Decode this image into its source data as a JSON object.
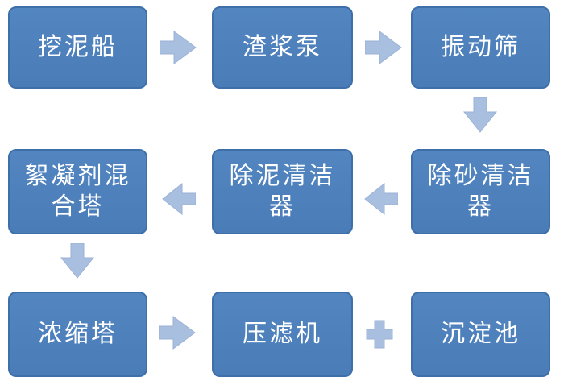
{
  "diagram": {
    "description": "Dredged sludge treatment process flow diagram",
    "colors": {
      "box_fill": "#4e80bc",
      "box_border": "#3e6fa9",
      "arrow_fill": "#a9bfdf",
      "arrow_border": "#9bb2d7",
      "text": "#ffffff",
      "background": "#ffffff"
    },
    "nodes": [
      {
        "id": "dredger",
        "label": "挖泥船",
        "row": 1,
        "col": 1
      },
      {
        "id": "slurry-pump",
        "label": "渣浆泵",
        "row": 1,
        "col": 2
      },
      {
        "id": "vibrating-screen",
        "label": "振动筛",
        "row": 1,
        "col": 3
      },
      {
        "id": "flocculant-mixing-tower",
        "label": "絮凝剂混\n合塔",
        "row": 2,
        "col": 1
      },
      {
        "id": "mud-cleaner",
        "label": "除泥清洁\n器",
        "row": 2,
        "col": 2
      },
      {
        "id": "sand-cleaner",
        "label": "除砂清洁\n器",
        "row": 2,
        "col": 3
      },
      {
        "id": "thickening-tower",
        "label": "浓缩塔",
        "row": 3,
        "col": 1
      },
      {
        "id": "filter-press",
        "label": "压滤机",
        "row": 3,
        "col": 2
      },
      {
        "id": "sedimentation-pond",
        "label": "沉淀池",
        "row": 3,
        "col": 3
      }
    ],
    "connectors": [
      {
        "type": "arrow-right",
        "from": "dredger",
        "to": "slurry-pump"
      },
      {
        "type": "arrow-right",
        "from": "slurry-pump",
        "to": "vibrating-screen"
      },
      {
        "type": "arrow-down",
        "from": "vibrating-screen",
        "to": "sand-cleaner"
      },
      {
        "type": "arrow-left",
        "from": "sand-cleaner",
        "to": "mud-cleaner"
      },
      {
        "type": "arrow-left",
        "from": "mud-cleaner",
        "to": "flocculant-mixing-tower"
      },
      {
        "type": "arrow-down",
        "from": "flocculant-mixing-tower",
        "to": "thickening-tower"
      },
      {
        "type": "arrow-right",
        "from": "thickening-tower",
        "to": "filter-press"
      },
      {
        "type": "plus",
        "from": "filter-press",
        "to": "sedimentation-pond"
      }
    ]
  }
}
